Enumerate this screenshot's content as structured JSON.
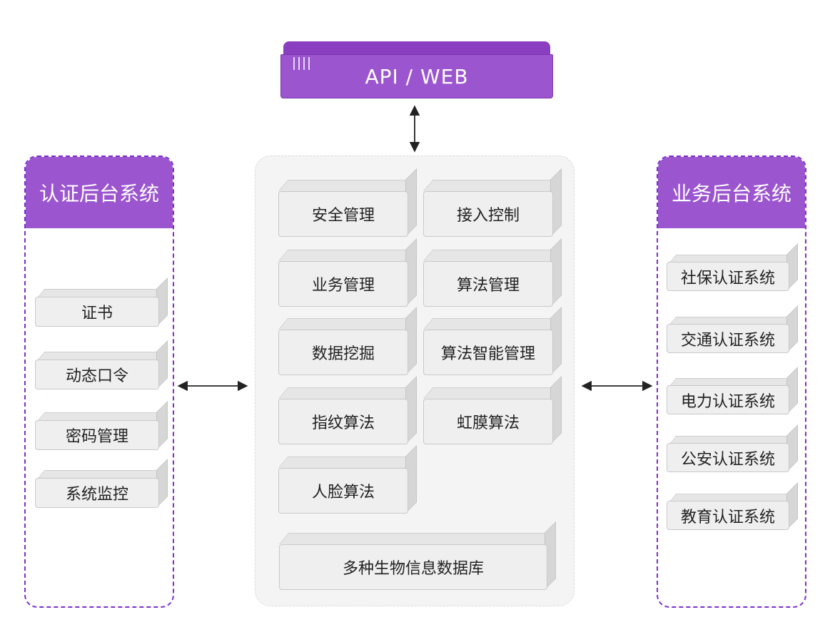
{
  "api": {
    "label": "API / WEB"
  },
  "left_panel": {
    "title": "认证后台系统",
    "items": [
      "证书",
      "动态口令",
      "密码管理",
      "系统监控"
    ]
  },
  "center": {
    "modules": [
      "安全管理",
      "接入控制",
      "业务管理",
      "算法管理",
      "数据挖掘",
      "算法智能管理",
      "指纹算法",
      "虹膜算法",
      "人脸算法"
    ],
    "database": "多种生物信息数据库"
  },
  "right_panel": {
    "title": "业务后台系统",
    "items": [
      "社保认证系统",
      "交通认证系统",
      "电力认证系统",
      "公安认证系统",
      "教育认证系统"
    ]
  },
  "colors": {
    "accent": "#9b55cf",
    "accent_dark": "#7b2fcf",
    "box_face": "#efefef",
    "container_bg": "#f4f4f4"
  }
}
